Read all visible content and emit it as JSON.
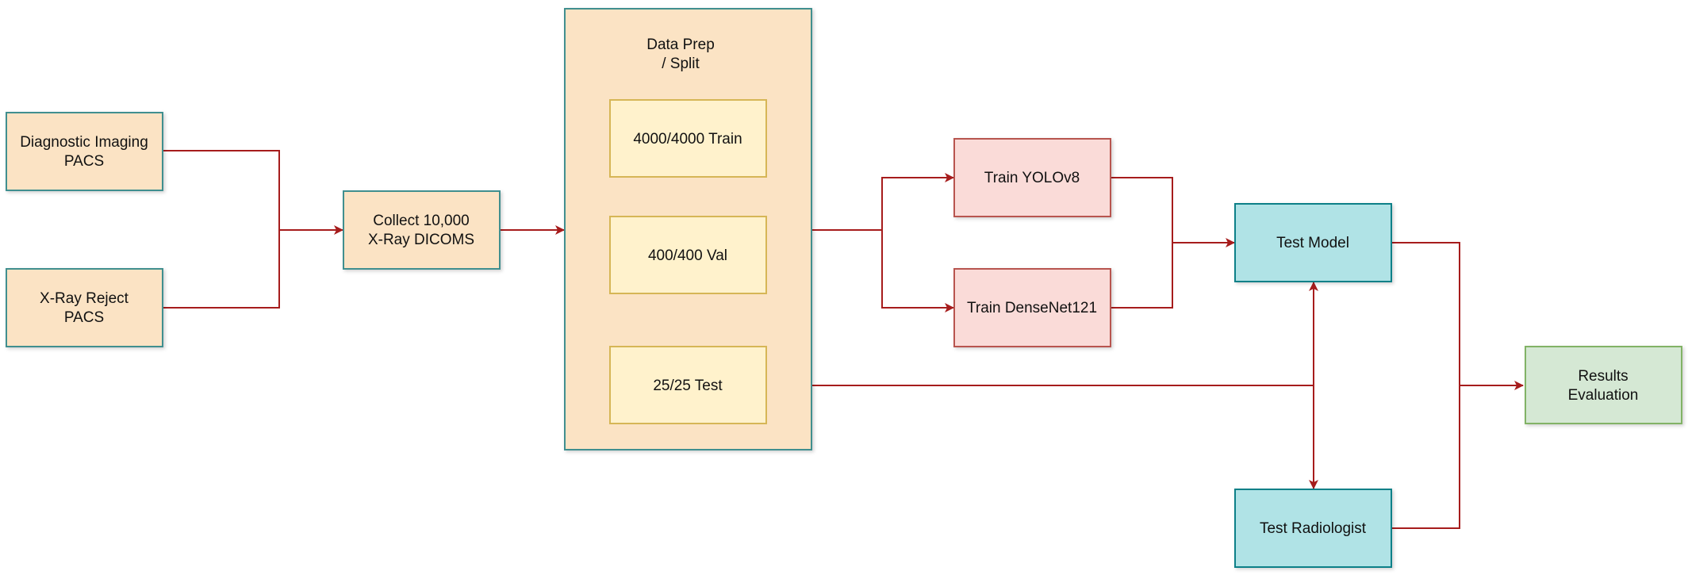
{
  "diagram": {
    "colors": {
      "edge": "#a61c1c",
      "orange_fill": "#fbe3c4",
      "teal_border": "#3f8f8f",
      "yellow_fill": "#fff2cc",
      "yellow_border": "#d6b656",
      "red_fill": "#fadbd8",
      "red_border": "#b85450",
      "cyan_fill": "#b0e3e6",
      "cyan_border": "#0e8088",
      "green_fill": "#d5e8d4",
      "green_border": "#82b366"
    },
    "nodes": {
      "diagnostic_imaging": {
        "line1": "Diagnostic Imaging",
        "line2": "PACS"
      },
      "xray_reject": {
        "line1": "X-Ray Reject",
        "line2": "PACS"
      },
      "collect": {
        "line1": "Collect 10,000",
        "line2": "X-Ray DICOMS"
      },
      "data_prep": {
        "line1": "Data Prep",
        "line2": "/ Split"
      },
      "train_split": {
        "label": "4000/4000 Train"
      },
      "val_split": {
        "label": "400/400 Val"
      },
      "test_split": {
        "label": "25/25 Test"
      },
      "train_yolo": {
        "label": "Train YOLOv8"
      },
      "train_densenet": {
        "label": "Train DenseNet121"
      },
      "test_model": {
        "label": "Test Model"
      },
      "test_radiologist": {
        "label": "Test Radiologist"
      },
      "results": {
        "line1": "Results",
        "line2": "Evaluation"
      }
    }
  }
}
